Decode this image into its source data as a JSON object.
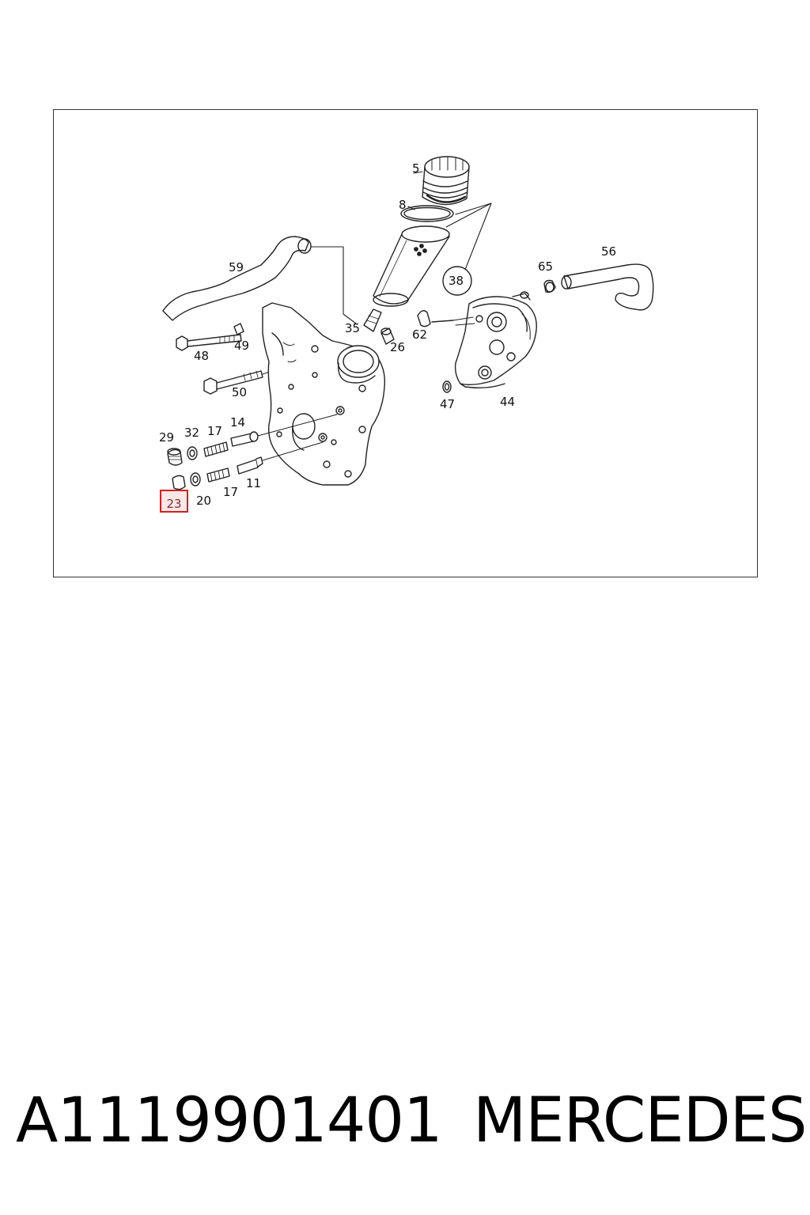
{
  "diagram": {
    "callouts": [
      {
        "id": "5",
        "label": "5"
      },
      {
        "id": "8",
        "label": "8"
      },
      {
        "id": "38",
        "label": "38"
      },
      {
        "id": "59",
        "label": "59"
      },
      {
        "id": "65",
        "label": "65"
      },
      {
        "id": "56",
        "label": "56"
      },
      {
        "id": "35",
        "label": "35"
      },
      {
        "id": "62",
        "label": "62"
      },
      {
        "id": "26",
        "label": "26"
      },
      {
        "id": "48",
        "label": "48"
      },
      {
        "id": "49",
        "label": "49"
      },
      {
        "id": "50",
        "label": "50"
      },
      {
        "id": "47",
        "label": "47"
      },
      {
        "id": "44",
        "label": "44"
      },
      {
        "id": "14",
        "label": "14"
      },
      {
        "id": "29",
        "label": "29"
      },
      {
        "id": "32",
        "label": "32"
      },
      {
        "id": "17a",
        "label": "17"
      },
      {
        "id": "11",
        "label": "11"
      },
      {
        "id": "17b",
        "label": "17"
      },
      {
        "id": "20",
        "label": "20"
      }
    ],
    "highlighted_callout": "23",
    "highlight_color": "#d42020"
  },
  "footer": {
    "part_number": "A1119901401",
    "brand": "MERCEDES"
  }
}
